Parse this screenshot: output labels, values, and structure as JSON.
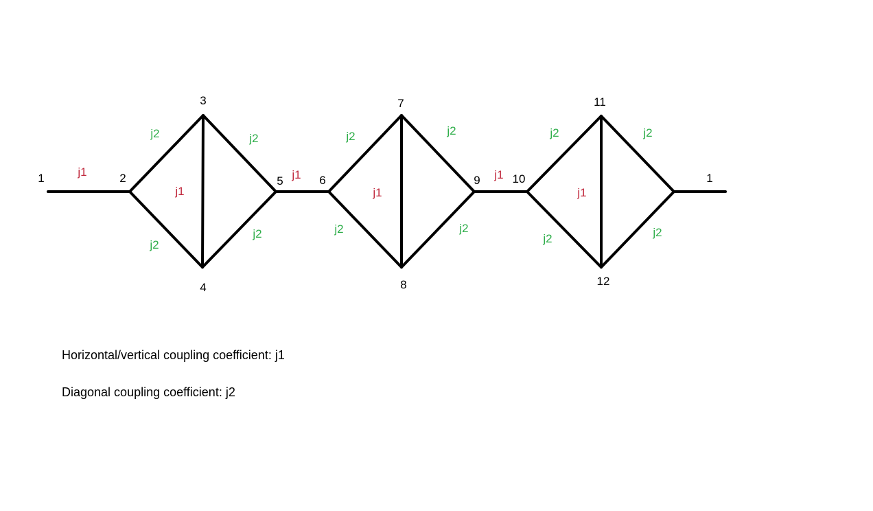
{
  "colors": {
    "j1": "#c0283c",
    "j2": "#2fae4a",
    "edge": "#000000"
  },
  "graph": {
    "nodes": [
      {
        "id": "n1-left",
        "label": "1"
      },
      {
        "id": "n2",
        "label": "2"
      },
      {
        "id": "n3",
        "label": "3"
      },
      {
        "id": "n4",
        "label": "4"
      },
      {
        "id": "n5",
        "label": "5"
      },
      {
        "id": "n6",
        "label": "6"
      },
      {
        "id": "n7",
        "label": "7"
      },
      {
        "id": "n8",
        "label": "8"
      },
      {
        "id": "n9",
        "label": "9"
      },
      {
        "id": "n10",
        "label": "10"
      },
      {
        "id": "n11",
        "label": "11"
      },
      {
        "id": "n12",
        "label": "12"
      },
      {
        "id": "n1-right",
        "label": "1"
      }
    ],
    "edges": [
      {
        "id": "e1-2",
        "from": "n1-left",
        "to": "n2",
        "coef": "j1"
      },
      {
        "id": "e2-3",
        "from": "n2",
        "to": "n3",
        "coef": "j2"
      },
      {
        "id": "e3-5",
        "from": "n3",
        "to": "n5",
        "coef": "j2"
      },
      {
        "id": "e2-4",
        "from": "n2",
        "to": "n4",
        "coef": "j2"
      },
      {
        "id": "e4-5",
        "from": "n4",
        "to": "n5",
        "coef": "j2"
      },
      {
        "id": "e3-4",
        "from": "n3",
        "to": "n4",
        "coef": "j1"
      },
      {
        "id": "e5-6",
        "from": "n5",
        "to": "n6",
        "coef": "j1"
      },
      {
        "id": "e6-7",
        "from": "n6",
        "to": "n7",
        "coef": "j2"
      },
      {
        "id": "e7-9",
        "from": "n7",
        "to": "n9",
        "coef": "j2"
      },
      {
        "id": "e6-8",
        "from": "n6",
        "to": "n8",
        "coef": "j2"
      },
      {
        "id": "e8-9",
        "from": "n8",
        "to": "n9",
        "coef": "j2"
      },
      {
        "id": "e7-8",
        "from": "n7",
        "to": "n8",
        "coef": "j1"
      },
      {
        "id": "e9-10",
        "from": "n9",
        "to": "n10",
        "coef": "j1"
      },
      {
        "id": "e10-11",
        "from": "n10",
        "to": "n11",
        "coef": "j2"
      },
      {
        "id": "e11-r",
        "from": "n11",
        "to": "n1-right",
        "coef": "j2"
      },
      {
        "id": "e10-12",
        "from": "n10",
        "to": "n12",
        "coef": "j2"
      },
      {
        "id": "e12-r",
        "from": "n12",
        "to": "n1-right",
        "coef": "j2"
      },
      {
        "id": "e11-12",
        "from": "n11",
        "to": "n12",
        "coef": "j1"
      }
    ]
  },
  "notes": {
    "horizontal_vertical": "Horizontal/vertical coupling coefficient: j1",
    "diagonal": "Diagonal coupling coefficient: j2"
  }
}
